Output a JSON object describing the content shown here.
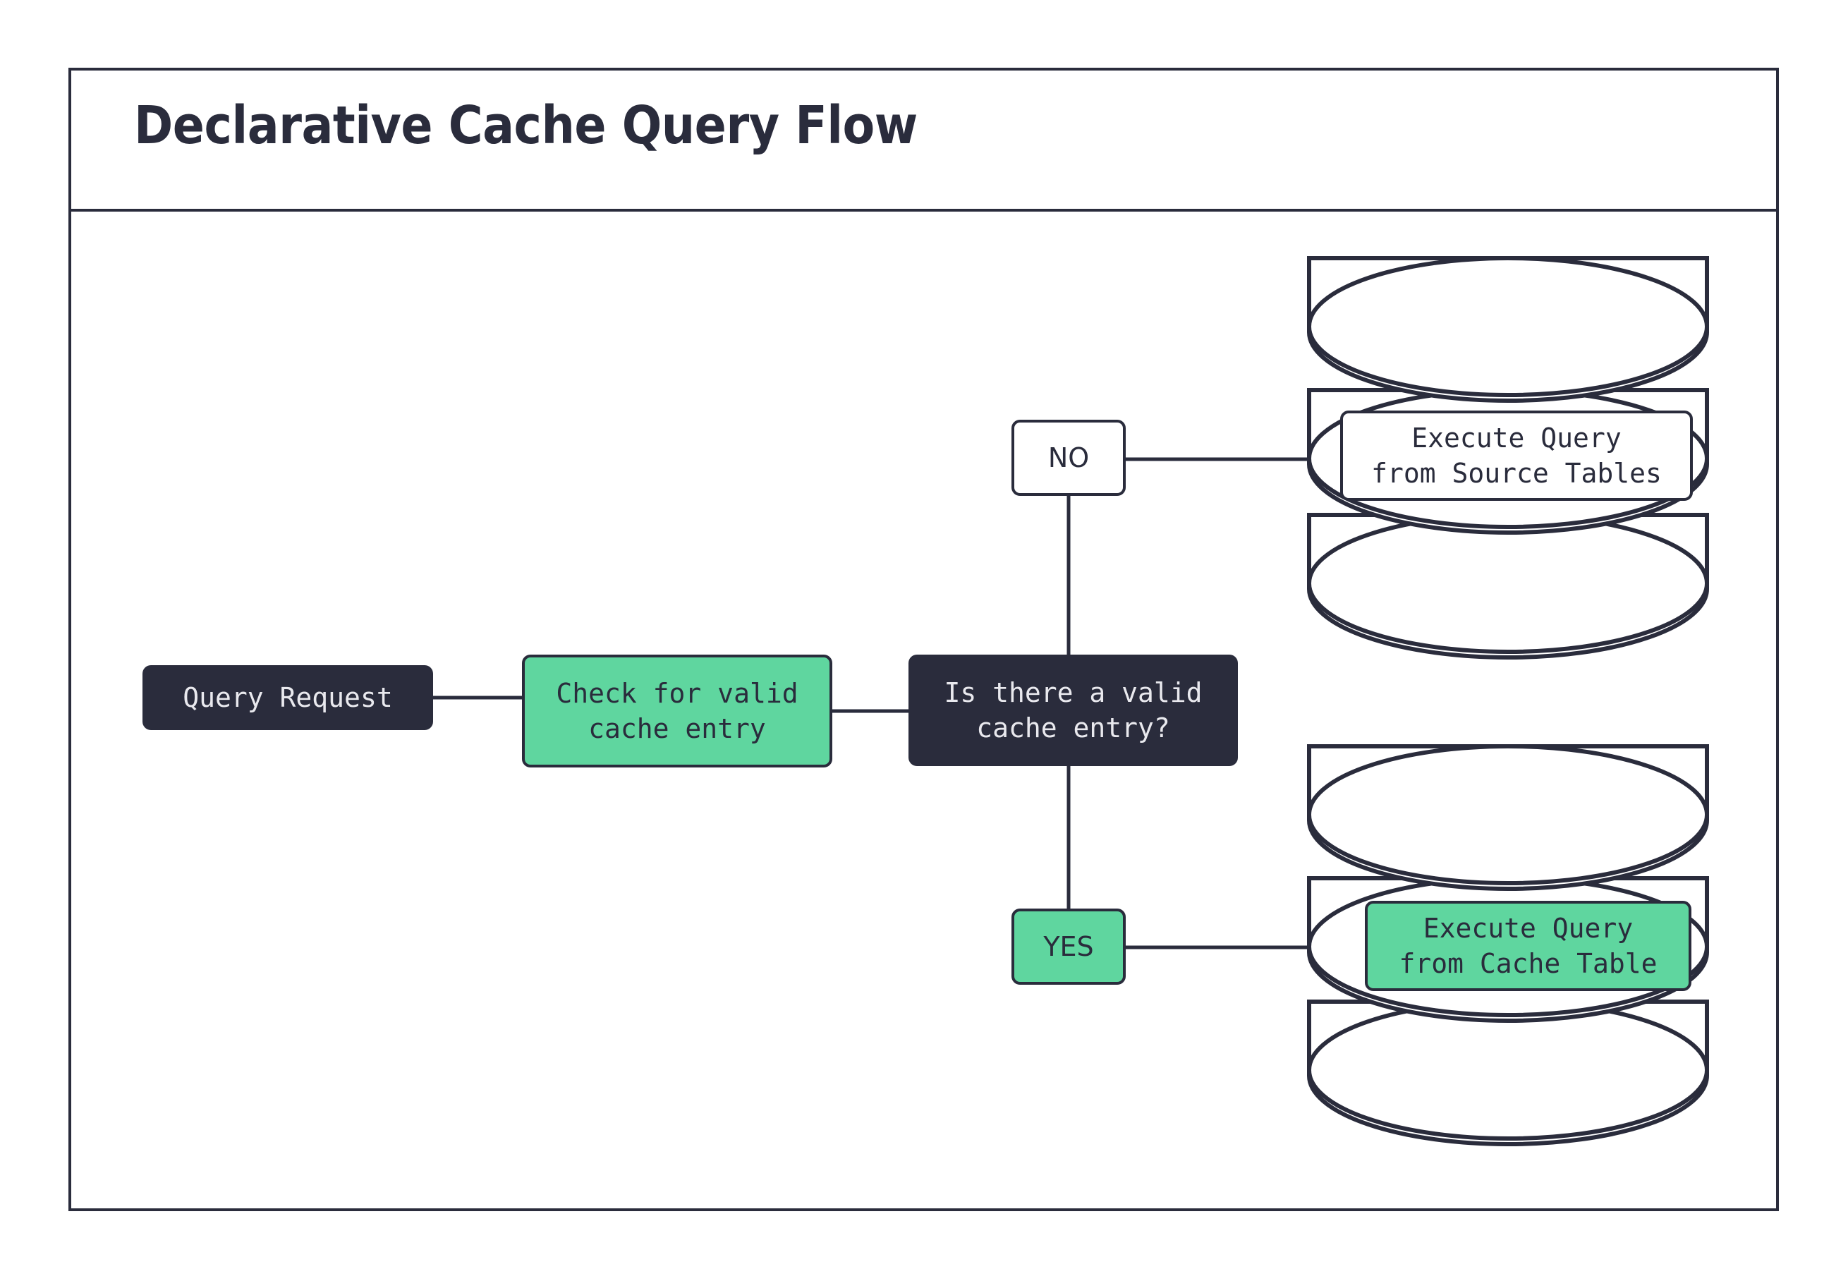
{
  "diagram": {
    "title": "Declarative Cache Query Flow",
    "colors": {
      "ink": "#2a2c3c",
      "accent_green": "#5fd69f",
      "surface": "#ffffff",
      "dark_text": "#e9e9ee"
    },
    "nodes": {
      "query_request": "Query Request",
      "check_cache": "Check for valid\ncache entry",
      "decision": "Is there a valid\ncache entry?",
      "source_tables": "Execute Query\nfrom Source Tables",
      "cache_table": "Execute Query\nfrom Cache Table"
    },
    "branch_labels": {
      "no": "NO",
      "yes": "YES"
    },
    "stores": {
      "source_database": "source-tables-database-cylinder",
      "cache_database": "cache-table-database-cylinder"
    },
    "edges": [
      {
        "from": "query_request",
        "to": "check_cache",
        "label": ""
      },
      {
        "from": "check_cache",
        "to": "decision",
        "label": ""
      },
      {
        "from": "decision",
        "to": "no",
        "label": "NO"
      },
      {
        "from": "no",
        "to": "source_tables",
        "label": ""
      },
      {
        "from": "decision",
        "to": "yes",
        "label": "YES"
      },
      {
        "from": "yes",
        "to": "cache_table",
        "label": ""
      }
    ]
  }
}
